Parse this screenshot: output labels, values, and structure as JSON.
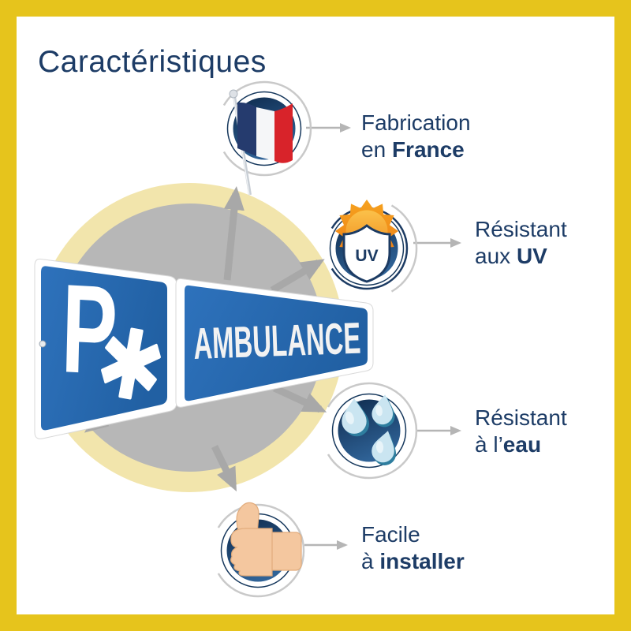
{
  "page": {
    "title": "Caractéristiques"
  },
  "product_sign": {
    "panel1_letter": "P",
    "panel1_symbol": "star-of-life",
    "panel2_text": "AMBULANCE"
  },
  "features": [
    {
      "icon": "french-flag-icon",
      "line1": "Fabrication",
      "line2_prefix": "en ",
      "line2_bold": "France"
    },
    {
      "icon": "uv-shield-icon",
      "badge_text": "UV",
      "line1": "Résistant",
      "line2_prefix": "aux ",
      "line2_bold": "UV"
    },
    {
      "icon": "water-drops-icon",
      "line1": "Résistant",
      "line2_prefix": "à l’",
      "line2_bold": "eau"
    },
    {
      "icon": "thumbs-up-icon",
      "line1": "Facile",
      "line2_prefix": "à ",
      "line2_bold": "installer"
    }
  ],
  "colors": {
    "yellow_frame": "#E6C41C",
    "navy_text": "#1D3C66",
    "sign_blue": "#2A69B2",
    "arrow_gray": "#A8A8A8",
    "circle_gray": "#B7B7B7",
    "pale_yellow_ring": "#F2E5AC",
    "flag_red": "#D8232A",
    "sun_orange": "#F29123",
    "drop_blue": "#CAE5F1",
    "hand_skin": "#F4C79F"
  }
}
